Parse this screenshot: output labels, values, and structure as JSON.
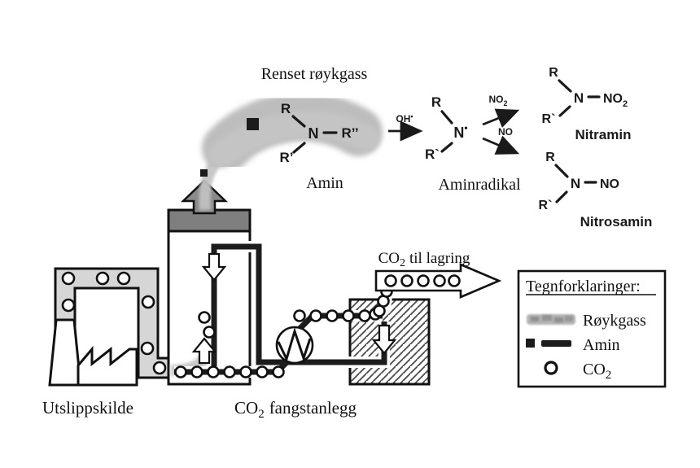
{
  "labels": {
    "renset_roykgass": "Renset røykgass",
    "utslippskilde": "Utslippskilde",
    "co": "CO",
    "sub2": "2",
    "fangstanlegg": "fangstanlegg",
    "til_lagring": "til lagring"
  },
  "structures": {
    "amin": {
      "r": "R",
      "n": "N",
      "r_prime": "R’",
      "r_dprime": "R’’",
      "label": "Amin"
    },
    "radikal": {
      "r": "R",
      "n": "N",
      "dot": "•",
      "r_prime": "R`",
      "label": "Aminradikal"
    },
    "nitramin": {
      "r": "R",
      "n": "N",
      "no": "NO",
      "no_sub": "2",
      "r_prime": "R`",
      "label": "Nitramin"
    },
    "nitrosamin": {
      "r": "R",
      "n": "N",
      "no": "NO",
      "r_prime": "R`",
      "label": "Nitrosamin"
    }
  },
  "reactions": {
    "oh": "OH",
    "oh_dot": "•",
    "no2": "NO",
    "no2_sub": "2",
    "no": "NO"
  },
  "legend": {
    "title": "Tegnforklaringer:",
    "items": [
      {
        "label": "Røykgass"
      },
      {
        "label": "Amin"
      },
      {
        "label_co": "CO",
        "label_sub": "2"
      }
    ]
  },
  "colors": {
    "nitroso_red": "#c92121"
  }
}
